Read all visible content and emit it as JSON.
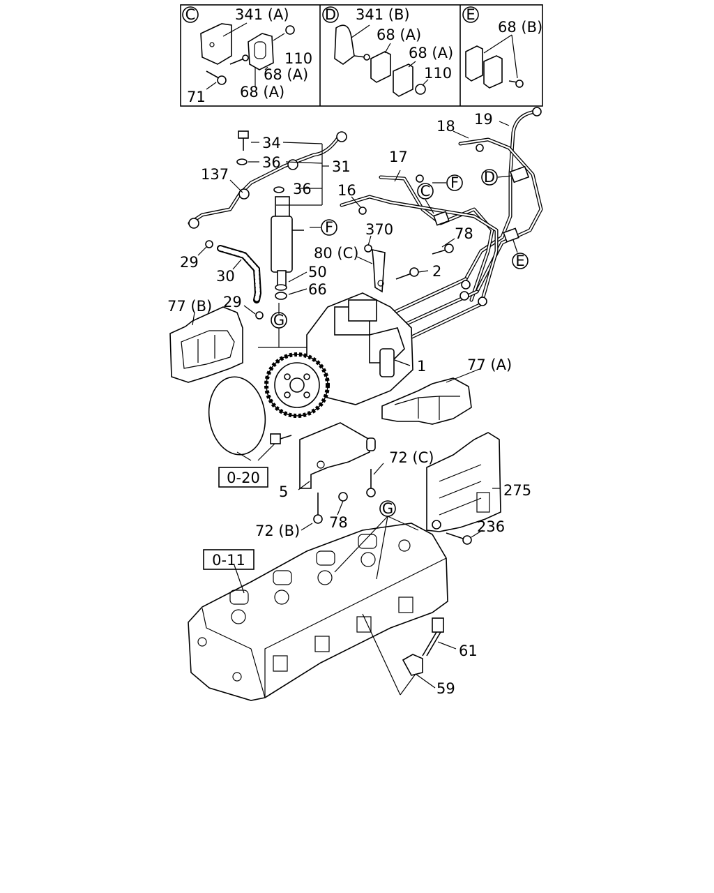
{
  "inset_panels": [
    {
      "id": "C",
      "letter": "C",
      "labels": [
        "341 (A)",
        "110",
        "68 (A)",
        "68 (A)",
        "71"
      ]
    },
    {
      "id": "D",
      "letter": "D",
      "labels": [
        "341 (B)",
        "68 (A)",
        "68 (A)",
        "110"
      ]
    },
    {
      "id": "E",
      "letter": "E",
      "labels": [
        "68 (B)"
      ]
    }
  ],
  "callouts": {
    "p34": "34",
    "p36a": "36",
    "p36b": "36",
    "p31": "31",
    "p137": "137",
    "p18": "18",
    "p19": "19",
    "p17": "17",
    "p16": "16",
    "p370": "370",
    "p78a": "78",
    "p80c": "80 (C)",
    "p2": "2",
    "p29a": "29",
    "p30": "30",
    "p50": "50",
    "p66": "66",
    "p77b": "77 (B)",
    "p29b": "29",
    "p1": "1",
    "p77a": "77 (A)",
    "p72c": "72 (C)",
    "p5": "5",
    "p78b": "78",
    "p72b": "72 (B)",
    "p275": "275",
    "p236": "236",
    "p61": "61",
    "p59": "59"
  },
  "circle_refs": {
    "f1": "F",
    "f2": "F",
    "d": "D",
    "c": "C",
    "e": "E",
    "g1": "G",
    "g2": "G"
  },
  "boxed_refs": {
    "ref_020": "0-20",
    "ref_011": "0-11"
  }
}
